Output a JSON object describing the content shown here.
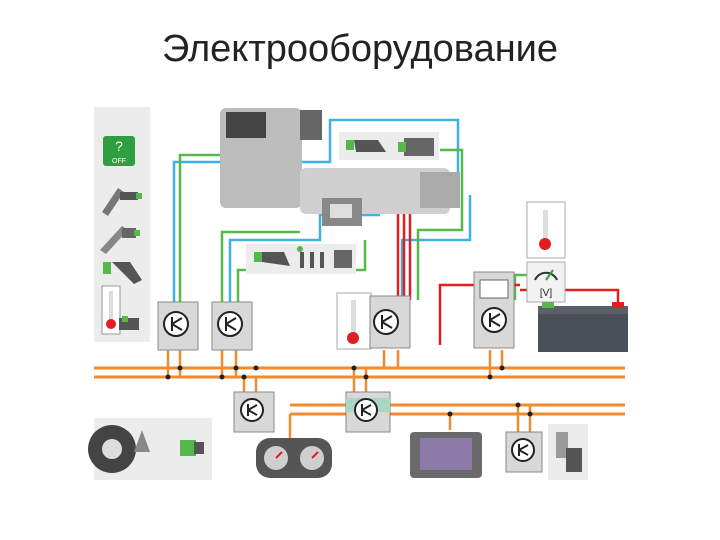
{
  "header": {
    "title": "Электрооборудование"
  },
  "diagram": {
    "dashboard_help_button": {
      "symbol": "?",
      "label": "OFF"
    },
    "gauge_unit_label": "[V]",
    "colors": {
      "bus_orange": "#f28a2e",
      "wire_blue": "#3fb2e3",
      "wire_green": "#55b94a",
      "wire_red": "#e02020",
      "ecu_box": "#d8d8d8",
      "side_panel": "#ececec"
    },
    "components": [
      {
        "icon": "help-off-button-icon"
      },
      {
        "icon": "pedal-sensor-icon"
      },
      {
        "icon": "brake-pedal-icon"
      },
      {
        "icon": "injector-icon"
      },
      {
        "icon": "temperature-sensor-icon"
      },
      {
        "icon": "engine-gearbox-icon"
      },
      {
        "icon": "sensor-plug-icon"
      },
      {
        "icon": "coolant-thermometer-icon"
      },
      {
        "icon": "voltmeter-icon"
      },
      {
        "icon": "battery-icon"
      },
      {
        "icon": "wheel-speed-sensor-icon"
      },
      {
        "icon": "instrument-cluster-icon"
      },
      {
        "icon": "navigation-display-icon"
      },
      {
        "icon": "seat-belt-icon"
      },
      {
        "icon": "ecu-icon"
      }
    ]
  }
}
